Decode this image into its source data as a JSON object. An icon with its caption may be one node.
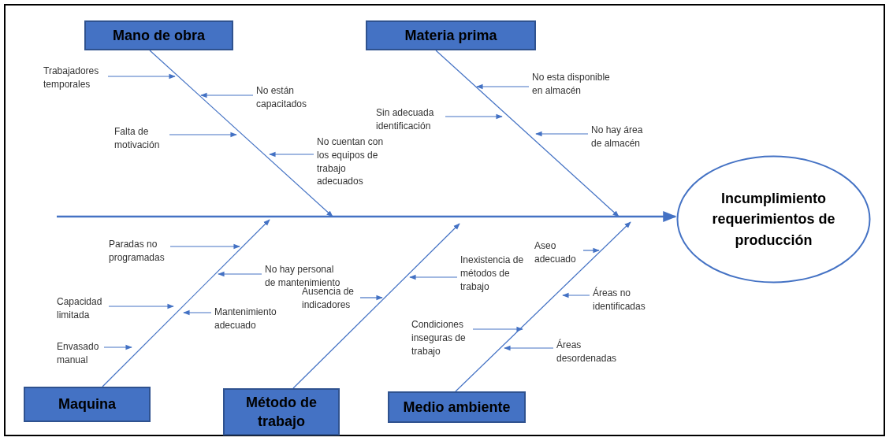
{
  "diagram": {
    "nodes": [
      {
        "text": [
          "Mano de obra"
        ]
      },
      {
        "text": [
          "Materia prima"
        ]
      },
      {
        "text": [
          "Maquina"
        ]
      },
      {
        "text": [
          "Método de trabajo"
        ]
      },
      {
        "text": [
          "Medio ambiente"
        ]
      },
      {
        "text": [
          "Incumplimiento requerimientos de producción"
        ]
      },
      {
        "text": [
          "Trabajadores temporales"
        ]
      },
      {
        "text": [
          "No están capacitados"
        ]
      },
      {
        "text": [
          "Falta de motivación"
        ]
      },
      {
        "text": [
          "No cuentan con los equipos de trabajo adecuados"
        ]
      },
      {
        "text": [
          "No esta disponible en almacén"
        ]
      },
      {
        "text": [
          "Sin adecuada identificación"
        ]
      },
      {
        "text": [
          "No hay área de almacén"
        ]
      },
      {
        "text": [
          "Paradas no programadas"
        ]
      },
      {
        "text": [
          "No hay personal de mantenimiento"
        ]
      },
      {
        "text": [
          "Capacidad limitada"
        ]
      },
      {
        "text": [
          "Mantenimiento adecuado"
        ]
      },
      {
        "text": [
          "Envasado manual"
        ]
      },
      {
        "text": [
          "Ausencia de indicadores"
        ]
      },
      {
        "text": [
          "Inexistencia de métodos de trabajo"
        ]
      },
      {
        "text": [
          "Aseo adecuado"
        ]
      },
      {
        "text": [
          "Condiciones inseguras de trabajo"
        ]
      },
      {
        "text": [
          "Áreas no identificadas"
        ]
      },
      {
        "text": [
          "Áreas desordenadas"
        ]
      }
    ],
    "edges": [
      {
        "from": null,
        "to": 5,
        "arrow": "to"
      },
      {
        "from": 0,
        "to": null,
        "arrow": "to"
      },
      {
        "from": 1,
        "to": null,
        "arrow": "to"
      },
      {
        "from": 2,
        "to": null,
        "arrow": "to"
      },
      {
        "from": 3,
        "to": null,
        "arrow": "to"
      },
      {
        "from": 4,
        "to": null,
        "arrow": "to"
      },
      {
        "from": 6,
        "to": null,
        "arrow": "to"
      },
      {
        "from": 7,
        "to": null,
        "arrow": "to"
      },
      {
        "from": 8,
        "to": null,
        "arrow": "to"
      },
      {
        "from": 9,
        "to": null,
        "arrow": "to"
      },
      {
        "from": 10,
        "to": null,
        "arrow": "to"
      },
      {
        "from": 11,
        "to": null,
        "arrow": "to"
      },
      {
        "from": 12,
        "to": null,
        "arrow": "to"
      },
      {
        "from": 13,
        "to": null,
        "arrow": "to"
      },
      {
        "from": 14,
        "to": null,
        "arrow": "to"
      },
      {
        "from": 15,
        "to": null,
        "arrow": "to"
      },
      {
        "from": 16,
        "to": null,
        "arrow": "to"
      },
      {
        "from": 17,
        "to": null,
        "arrow": "to"
      },
      {
        "from": 18,
        "to": null,
        "arrow": "to"
      },
      {
        "from": 19,
        "to": null,
        "arrow": "to"
      },
      {
        "from": 20,
        "to": null,
        "arrow": "to"
      },
      {
        "from": 21,
        "to": null,
        "arrow": "to"
      },
      {
        "from": 22,
        "to": null,
        "arrow": "to"
      },
      {
        "from": 23,
        "to": null,
        "arrow": "to"
      }
    ]
  }
}
